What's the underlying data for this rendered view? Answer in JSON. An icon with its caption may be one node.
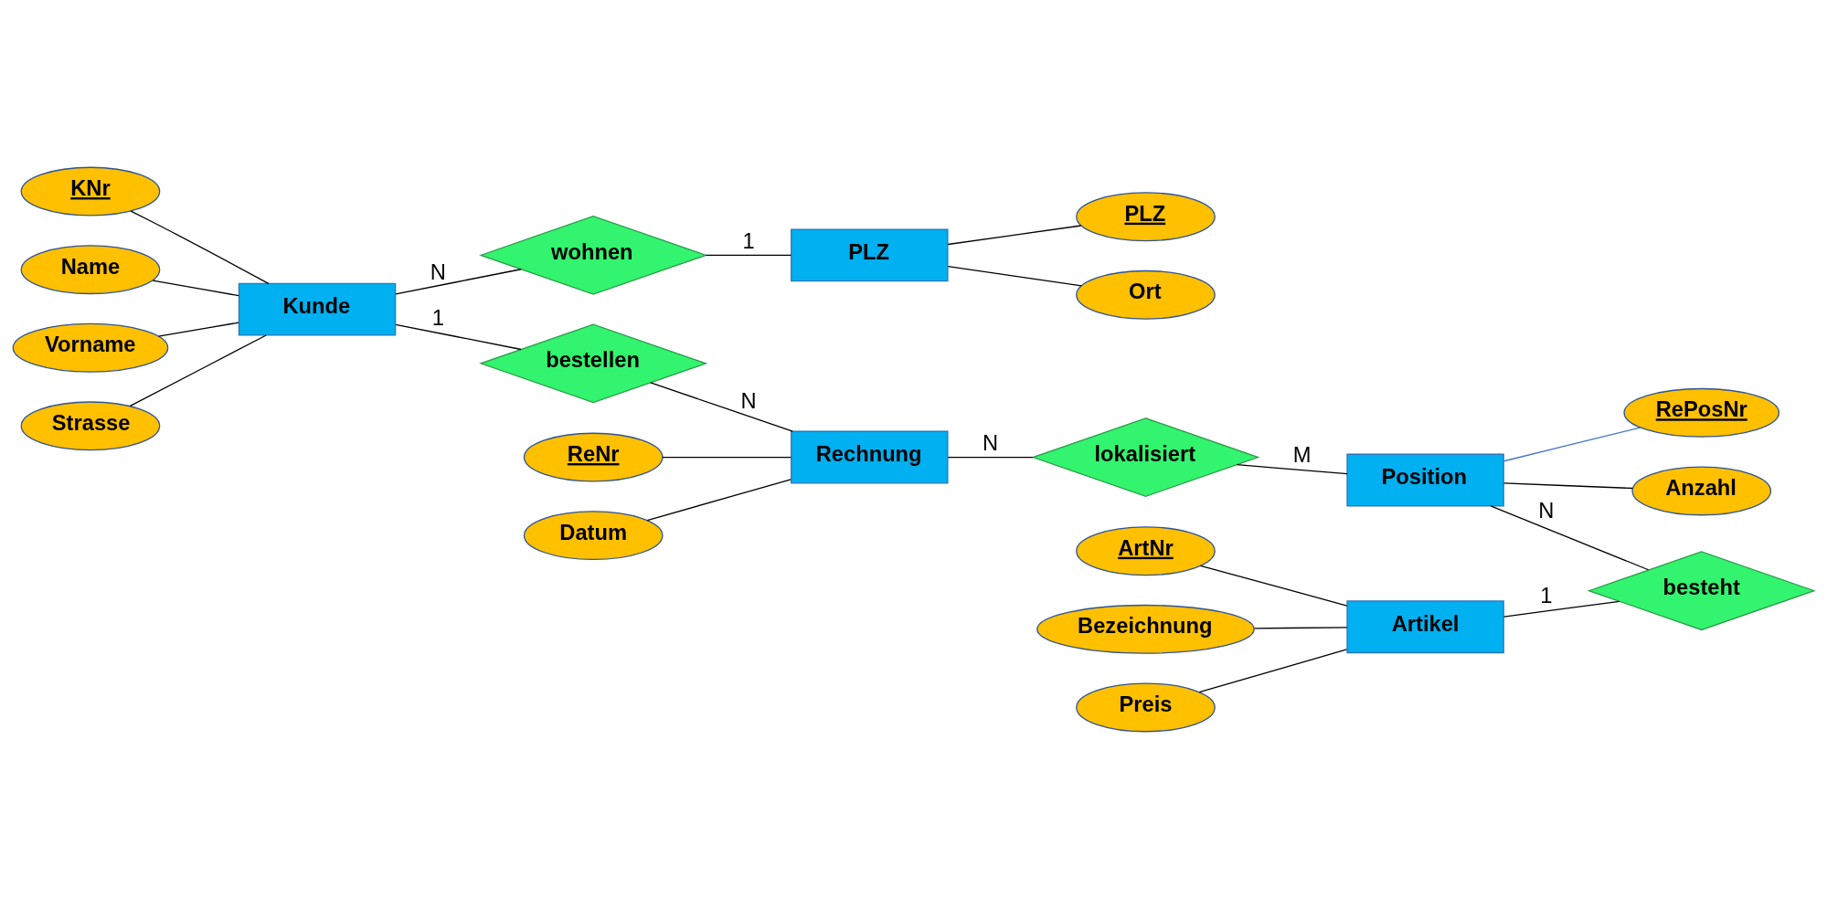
{
  "diagram": {
    "nodes": [
      {
        "text": [
          "Kunde"
        ]
      },
      {
        "text": [
          "wohnen"
        ]
      },
      {
        "text": [
          "PLZ"
        ]
      },
      {
        "text": [
          "KNr"
        ]
      },
      {
        "text": [
          "Name"
        ]
      },
      {
        "text": [
          "Vorname"
        ]
      },
      {
        "text": [
          "Strasse"
        ]
      },
      {
        "text": [
          "PLZ"
        ]
      },
      {
        "text": [
          "Ort"
        ]
      },
      {
        "text": [
          "bestellen"
        ]
      },
      {
        "text": [
          "Rechnung"
        ]
      },
      {
        "text": [
          "ReNr"
        ]
      },
      {
        "text": [
          "Datum"
        ]
      },
      {
        "text": [
          "lokalisiert"
        ]
      },
      {
        "text": [
          "Position"
        ]
      },
      {
        "text": [
          "RePosNr"
        ]
      },
      {
        "text": [
          "Anzahl"
        ]
      },
      {
        "text": [
          "ArtNr"
        ]
      },
      {
        "text": [
          "Bezeichnung"
        ]
      },
      {
        "text": [
          "Preis"
        ]
      },
      {
        "text": [
          "Artikel"
        ]
      },
      {
        "text": [
          "besteht"
        ]
      }
    ],
    "edges": [
      {
        "from": 0,
        "to": 1,
        "arrow": "none",
        "label": "N"
      },
      {
        "from": 1,
        "to": 2,
        "arrow": "none",
        "label": "1"
      },
      {
        "from": 3,
        "to": 0,
        "arrow": "none"
      },
      {
        "from": 4,
        "to": 0,
        "arrow": "none"
      },
      {
        "from": 5,
        "to": 0,
        "arrow": "none"
      },
      {
        "from": 6,
        "to": 0,
        "arrow": "none"
      },
      {
        "from": 2,
        "to": 7,
        "arrow": "none"
      },
      {
        "from": 2,
        "to": 8,
        "arrow": "none"
      },
      {
        "from": 0,
        "to": 9,
        "arrow": "none",
        "label": "1"
      },
      {
        "from": 9,
        "to": 10,
        "arrow": "none",
        "label": "N"
      },
      {
        "from": 11,
        "to": 10,
        "arrow": "none"
      },
      {
        "from": 12,
        "to": 10,
        "arrow": "none"
      },
      {
        "from": 10,
        "to": 13,
        "arrow": "none",
        "label": "N"
      },
      {
        "from": 13,
        "to": 14,
        "arrow": "none",
        "label": "M"
      },
      {
        "from": 14,
        "to": 15,
        "arrow": "none",
        "color": "#4472c4"
      },
      {
        "from": 14,
        "to": 16,
        "arrow": "none"
      },
      {
        "from": 14,
        "to": 21,
        "arrow": "none",
        "label": "N"
      },
      {
        "from": 17,
        "to": 20,
        "arrow": "none"
      },
      {
        "from": 18,
        "to": 20,
        "arrow": "none"
      },
      {
        "from": 19,
        "to": 20,
        "arrow": "none"
      },
      {
        "from": 20,
        "to": 21,
        "arrow": "none",
        "label": "1"
      }
    ]
  }
}
